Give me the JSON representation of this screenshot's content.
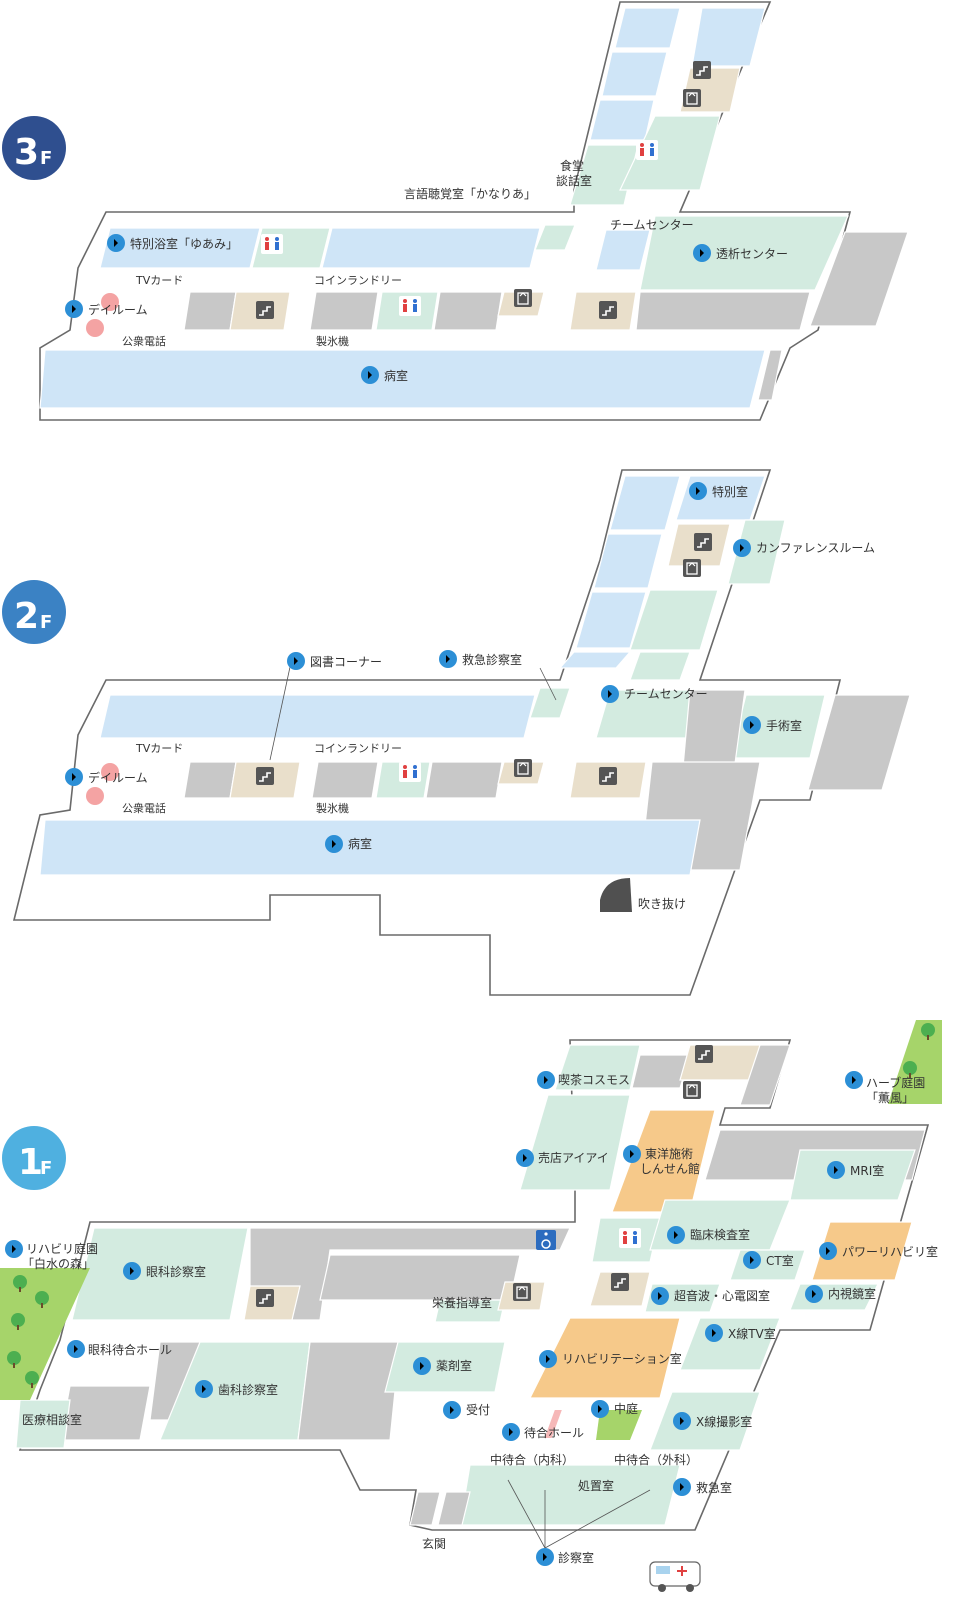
{
  "floors": {
    "f3": {
      "num": "3",
      "suffix": "F"
    },
    "f2": {
      "num": "2",
      "suffix": "F"
    },
    "f1": {
      "num": "1",
      "suffix": "F"
    }
  },
  "labels3": {
    "tokubetsu": "特別浴室「ゆあみ」",
    "tv": "TVカード",
    "dayroom": "デイルーム",
    "phone": "公衆電話",
    "coin": "コインランドリー",
    "ice": "製氷機",
    "byoshitsu": "病室",
    "gengo": "言語聴覚室「かなりあ」",
    "shokudo": "食堂",
    "danwa": "談話室",
    "team": "チームセンター",
    "toseki": "透析センター"
  },
  "labels2": {
    "tokubetsu": "特別室",
    "conf": "カンファレンスルーム",
    "tosho": "図書コーナー",
    "kyukyu": "救急診察室",
    "team": "チームセンター",
    "shujutsu": "手術室",
    "tv": "TVカード",
    "dayroom": "デイルーム",
    "phone": "公衆電話",
    "coin": "コインランドリー",
    "ice": "製氷機",
    "byoshitsu": "病室",
    "fukinuke": "吹き抜け"
  },
  "labels1": {
    "kissa": "喫茶コスモス",
    "herb1": "ハーブ庭園",
    "herb2": "「薫風」",
    "baiten": "売店アイアイ",
    "toyo1": "東洋施術",
    "toyo2": "しんせん館",
    "mri": "MRI室",
    "rihaen1": "リハビリ庭園",
    "rihaen2": "「白水の森」",
    "ganka": "眼科診察室",
    "rinsho": "臨床検査室",
    "ct": "CT室",
    "power": "パワーリハビリ室",
    "eiyo": "栄養指導室",
    "choonpa": "超音波・心電図室",
    "naishikyo": "内視鏡室",
    "gankamachi": "眼科待合ホール",
    "yakuzai": "薬剤室",
    "riha": "リハビリテーション室",
    "xtv": "X線TV室",
    "shika": "歯科診察室",
    "uketsuke": "受付",
    "nakaniwa": "中庭",
    "iryo": "医療相談室",
    "machiai": "待合ホール",
    "xsatsuei": "X線撮影室",
    "nakamachi_nai": "中待合（内科）",
    "nakamachi_ge": "中待合（外科）",
    "shochi": "処置室",
    "kyukyu": "救急室",
    "genkan": "玄関",
    "shinsatsu": "診察室"
  },
  "colors": {
    "badge3": "#2f4f8f",
    "badge2": "#3b82c4",
    "badge1": "#4fb0e0",
    "marker": "#2c8fd6",
    "ward": "#cfe5f7",
    "staff": "#d3ebe0",
    "service": "#c8c8c8",
    "stairs": "#e9dfcb",
    "rehab": "#f6c98a",
    "tree": "#4caf50"
  },
  "icons": [
    "chevron-right-icon",
    "stairs-icon",
    "elevator-icon",
    "restroom-icon",
    "wheelchair-icon",
    "ambulance-icon",
    "tree-icon",
    "fountain-icon"
  ]
}
